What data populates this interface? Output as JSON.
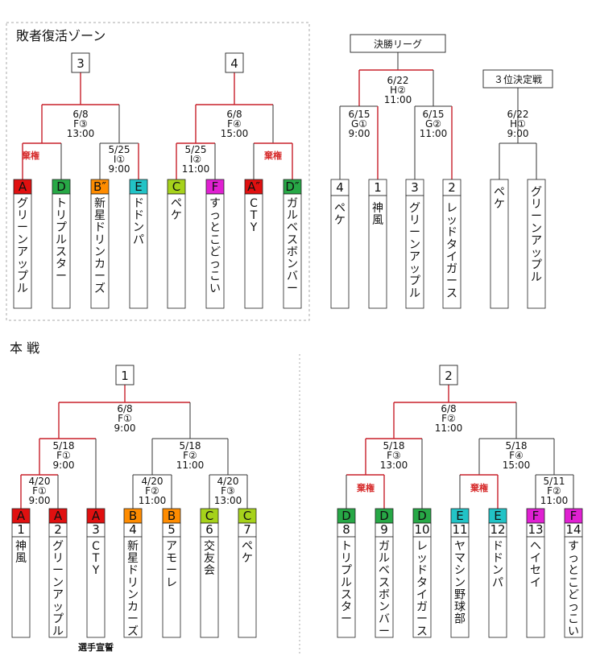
{
  "colors": {
    "A": "#e01010",
    "B": "#ff8c00",
    "C": "#a6d21b",
    "D": "#27a846",
    "E": "#22c3c6",
    "F": "#e020d2",
    "win_line": "#c8202a",
    "line": "#333333"
  },
  "revival": {
    "title": "敗者復活ゾーン",
    "forfeit_label": "棄権",
    "matches": [
      {
        "id": "3",
        "date": "6/8",
        "court": "F③",
        "time": "13:00"
      },
      {
        "id": "4",
        "date": "6/8",
        "court": "F④",
        "time": "15:00"
      },
      {
        "date": "5/25",
        "court": "I①",
        "time": "9:00"
      },
      {
        "date": "5/25",
        "court": "I②",
        "time": "11:00"
      }
    ],
    "teams": [
      {
        "seed": "A",
        "name": "グリーンアップル"
      },
      {
        "seed": "D",
        "name": "トリプルスター"
      },
      {
        "seed": "B″",
        "name": "新星ドリンカーズ"
      },
      {
        "seed": "E",
        "name": "ドドンパ"
      },
      {
        "seed": "C",
        "name": "ペケ"
      },
      {
        "seed": "F",
        "name": "すっとこどっこい"
      },
      {
        "seed": "A″",
        "name": "CTY"
      },
      {
        "seed": "D″",
        "name": "ガルベスボンバー"
      }
    ]
  },
  "final": {
    "title": "決勝リーグ",
    "top": {
      "date": "6/22",
      "court": "H②",
      "time": "11:00"
    },
    "left": {
      "date": "6/15",
      "court": "G①",
      "time": "9:00"
    },
    "right": {
      "date": "6/15",
      "court": "G②",
      "time": "11:00"
    },
    "teams": [
      {
        "num": "4",
        "name": "ペケ"
      },
      {
        "num": "1",
        "name": "神風"
      },
      {
        "num": "3",
        "name": "グリーンアップル"
      },
      {
        "num": "2",
        "name": "レッドタイガース"
      }
    ]
  },
  "third": {
    "title": "３位決定戦",
    "match": {
      "date": "6/22",
      "court": "H①",
      "time": "9:00"
    },
    "teams": [
      {
        "name": "ペケ"
      },
      {
        "name": "グリーンアップル"
      }
    ]
  },
  "main": {
    "title": "本 戦",
    "pledge": "選手宣誓",
    "bracket1": {
      "id": "1",
      "top": {
        "date": "6/8",
        "court": "F①",
        "time": "9:00"
      },
      "semi_left": {
        "date": "5/18",
        "court": "F①",
        "time": "9:00"
      },
      "semi_right": {
        "date": "5/18",
        "court": "F②",
        "time": "11:00"
      },
      "q1": {
        "date": "4/20",
        "court": "F①",
        "time": "9:00"
      },
      "q2": {
        "date": "4/20",
        "court": "F②",
        "time": "11:00"
      },
      "q3": {
        "date": "4/20",
        "court": "F③",
        "time": "13:00"
      },
      "teams": [
        {
          "seed": "A",
          "num": "1",
          "name": "神風"
        },
        {
          "seed": "A",
          "num": "2",
          "name": "グリーンアップル"
        },
        {
          "seed": "A",
          "num": "3",
          "name": "CTY"
        },
        {
          "seed": "B",
          "num": "4",
          "name": "新星ドリンカーズ"
        },
        {
          "seed": "B",
          "num": "5",
          "name": "アモーレ"
        },
        {
          "seed": "C",
          "num": "6",
          "name": "交友会"
        },
        {
          "seed": "C",
          "num": "7",
          "name": "ペケ"
        }
      ]
    },
    "bracket2": {
      "id": "2",
      "top": {
        "date": "6/8",
        "court": "F②",
        "time": "11:00"
      },
      "semi_left": {
        "date": "5/18",
        "court": "F③",
        "time": "13:00"
      },
      "semi_right": {
        "date": "5/18",
        "court": "F④",
        "time": "15:00"
      },
      "q": {
        "date": "5/11",
        "court": "F②",
        "time": "11:00"
      },
      "forfeit_label": "棄権",
      "teams": [
        {
          "seed": "D",
          "num": "8",
          "name": "トリプルスター"
        },
        {
          "seed": "D",
          "num": "9",
          "name": "ガルベスボンバー"
        },
        {
          "seed": "D",
          "num": "10",
          "name": "レッドタイガース"
        },
        {
          "seed": "E",
          "num": "11",
          "name": "ヤマシン野球部"
        },
        {
          "seed": "E",
          "num": "12",
          "name": "ドドンパ"
        },
        {
          "seed": "F",
          "num": "13",
          "name": "ヘイセイ"
        },
        {
          "seed": "F",
          "num": "14",
          "name": "すっとこどっこい"
        }
      ]
    }
  }
}
